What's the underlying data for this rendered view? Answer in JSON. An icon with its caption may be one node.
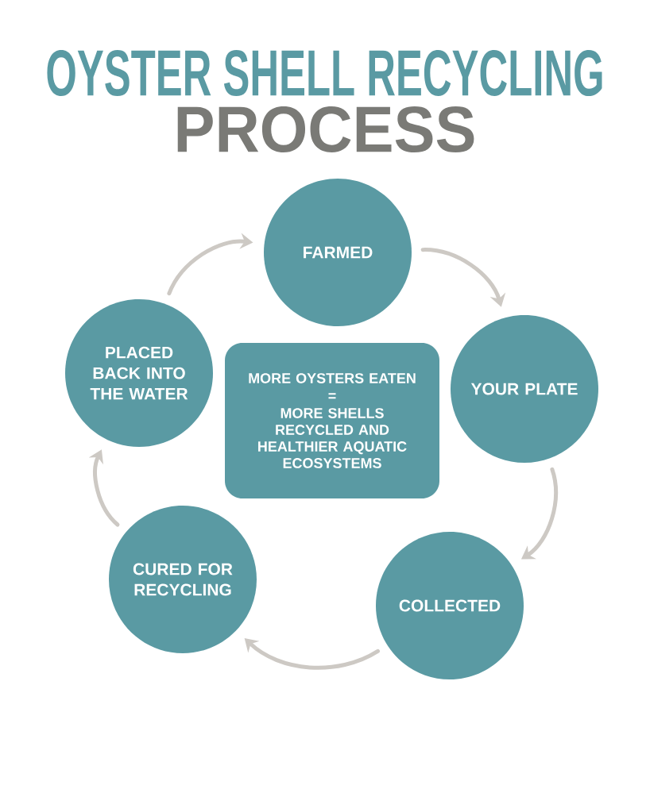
{
  "diagram": {
    "title": "OYSTER SHELL RECYCLING",
    "nodes": [
      {
        "text": [
          "FARMED"
        ]
      },
      {
        "text": [
          "YOUR PLATE"
        ]
      },
      {
        "text": [
          "COLLECTED"
        ]
      },
      {
        "text": [
          "CURED FOR RECYCLING"
        ]
      },
      {
        "text": [
          "PLACED BACK INTO THE WATER"
        ]
      },
      {
        "text": [
          "MORE OYSTERS EATEN",
          "=",
          "MORE SHELLS RECYCLED AND HEALTHIER AQUATIC ECOSYSTEMS"
        ]
      }
    ],
    "edges": [
      {
        "from": 0,
        "to": 1,
        "arrow": "to"
      },
      {
        "from": 1,
        "to": 2,
        "arrow": "to"
      },
      {
        "from": 2,
        "to": 3,
        "arrow": "to"
      },
      {
        "from": 3,
        "to": 4,
        "arrow": "to"
      },
      {
        "from": 4,
        "to": 0,
        "arrow": "to"
      }
    ],
    "labels": [
      "PROCESS"
    ]
  }
}
